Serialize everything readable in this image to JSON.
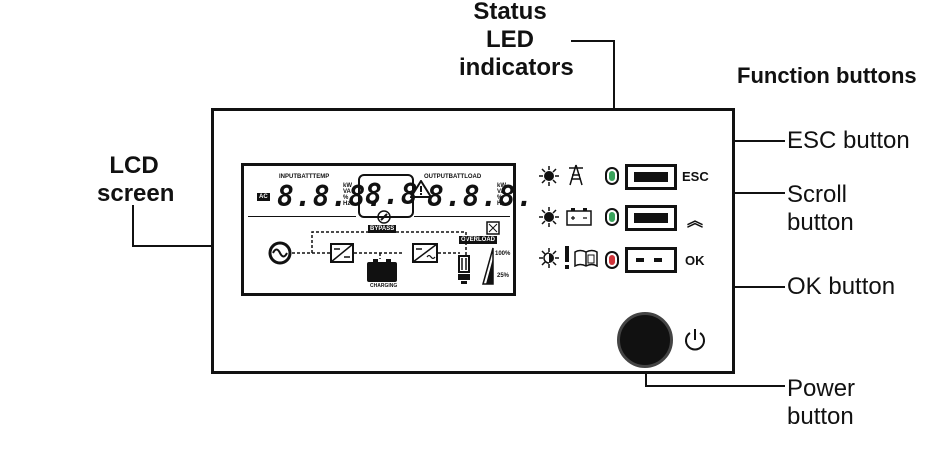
{
  "callouts": {
    "status_led": [
      "Status LED",
      "indicators"
    ],
    "function_buttons": "Function buttons",
    "esc_button": "ESC button",
    "scroll_button": [
      "Scroll",
      "button"
    ],
    "ok_button": "OK button",
    "lcd_screen": [
      "LCD",
      "screen"
    ],
    "power_button": [
      "Power",
      "button"
    ]
  },
  "lcd": {
    "input_label": "INPUTBATTTEMP",
    "output_label": "OUTPUTBATTLOAD",
    "ac_tag": "AC",
    "left_digits": "8.8.8.",
    "center_digits": "8.8",
    "right_digits": "8.8.8.",
    "left_units": [
      "kW",
      "VA",
      "%",
      "Hz"
    ],
    "right_units": [
      "kW",
      "VA",
      "%",
      "Hz"
    ],
    "bypass_tag": "BYPASS",
    "overload_tag": "OVERLOAD",
    "charging_label": "CHARGING",
    "level_100": "100%",
    "level_25": "25%"
  },
  "buttons": {
    "esc_label": "ESC",
    "scroll_label": "︽",
    "ok_label": "OK"
  },
  "colors": {
    "led_green": "#3aa35c",
    "led_red": "#d0343a",
    "ink": "#111111"
  },
  "icons": {
    "led_row_1": [
      "sun-icon",
      "tower-icon"
    ],
    "led_row_2": [
      "sun-icon",
      "battery-icon"
    ],
    "led_row_3": [
      "half-sun-icon",
      "warning-icon",
      "book-icon"
    ],
    "power": "power-icon"
  }
}
